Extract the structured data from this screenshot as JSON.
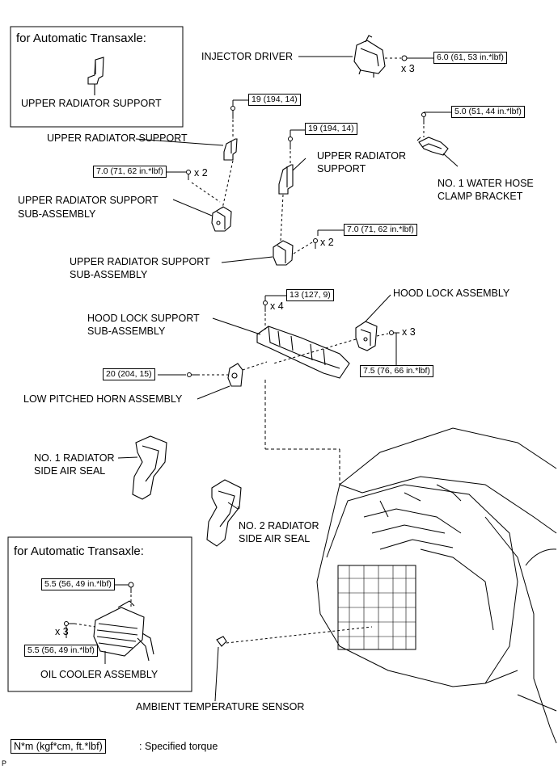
{
  "inset_top": {
    "title": "for Automatic Transaxle:",
    "part": "UPPER RADIATOR SUPPORT"
  },
  "inset_bottom": {
    "title": "for Automatic Transaxle:",
    "torque_top": "5.5 (56, 49 in.*lbf)",
    "torque_bottom": "5.5 (56, 49 in.*lbf)",
    "qty": "x 3",
    "part": "OIL COOLER ASSEMBLY"
  },
  "labels": {
    "injector_driver": "INJECTOR DRIVER",
    "upper_support_left": "UPPER RADIATOR SUPPORT",
    "upper_support_right_1": "UPPER RADIATOR",
    "upper_support_right_2": "SUPPORT",
    "water_hose_1": "NO. 1 WATER HOSE",
    "water_hose_2": "CLAMP BRACKET",
    "sub_assy_left_1": "UPPER RADIATOR SUPPORT",
    "sub_assy_left_2": "SUB-ASSEMBLY",
    "sub_assy_center_1": "UPPER RADIATOR SUPPORT",
    "sub_assy_center_2": "SUB-ASSEMBLY",
    "hood_lock": "HOOD LOCK ASSEMBLY",
    "hood_lock_support_1": "HOOD LOCK SUPPORT",
    "hood_lock_support_2": "SUB-ASSEMBLY",
    "horn": "LOW PITCHED HORN ASSEMBLY",
    "seal1_1": "NO. 1 RADIATOR",
    "seal1_2": "SIDE AIR SEAL",
    "seal2_1": "NO. 2 RADIATOR",
    "seal2_2": "SIDE AIR SEAL",
    "ambient": "AMBIENT TEMPERATURE SENSOR"
  },
  "torques": {
    "injector": "6.0 (61, 53 in.*lbf)",
    "upper_left": "19 (194, 14)",
    "upper_right": "19 (194, 14)",
    "water_hose": "5.0 (51, 44 in.*lbf)",
    "sub_left": "7.0 (71, 62 in.*lbf)",
    "sub_center": "7.0 (71, 62 in.*lbf)",
    "hood_support": "13 (127, 9)",
    "hood_lock": "7.5 (76, 66 in.*lbf)",
    "horn": "20 (204, 15)"
  },
  "quantities": {
    "injector": "x 3",
    "sub_left": "x 2",
    "sub_center": "x 2",
    "hood_support": "x 4",
    "hood_lock": "x 3"
  },
  "legend": {
    "box": "N*m (kgf*cm, ft.*lbf)",
    "text": ": Specified torque"
  },
  "figure_code": "P"
}
